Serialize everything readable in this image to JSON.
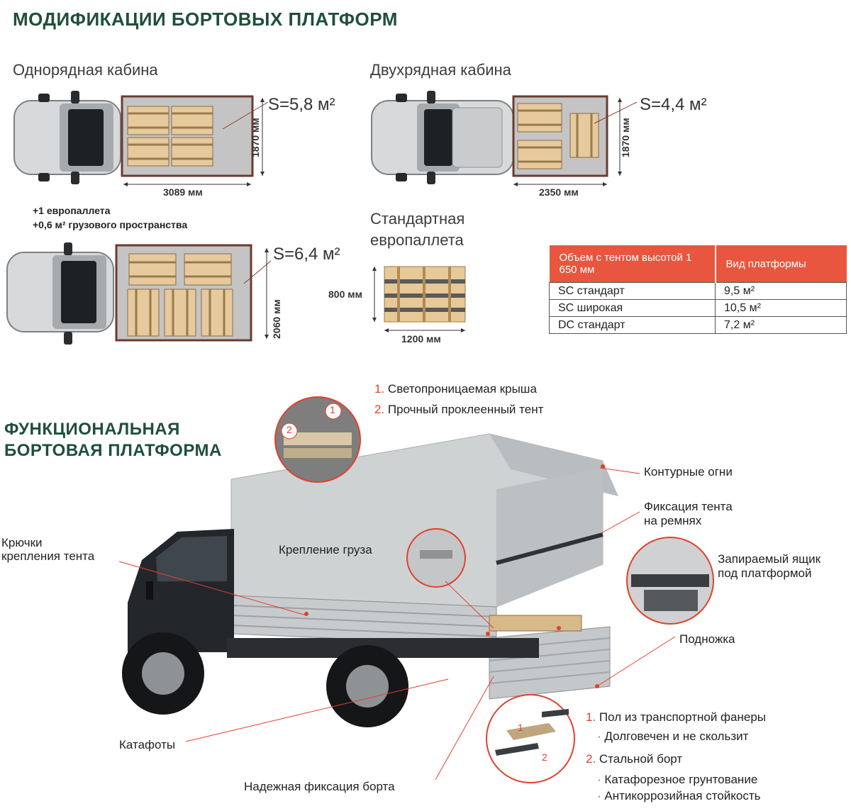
{
  "title_modifications": "МОДИФИКАЦИИ БОРТОВЫХ ПЛАТФОРМ",
  "single_cab": {
    "heading": "Однорядная кабина",
    "area": "S=5,8 м²",
    "length": "3089 мм",
    "width": "1870 мм"
  },
  "double_cab": {
    "heading": "Двухрядная кабина",
    "area": "S=4,4 м²",
    "length": "2350 мм",
    "width": "1870 мм"
  },
  "wide_note": {
    "line1": "+1 европаллета",
    "line2": "+0,6 м² грузового пространства"
  },
  "wide_platform": {
    "area": "S=6,4 м²",
    "width": "2060 мм"
  },
  "euro_pallet": {
    "heading_line1": "Стандартная",
    "heading_line2": "европаллета",
    "height": "800 мм",
    "width": "1200 мм"
  },
  "table": {
    "col1_header": "Объем с тентом высотой 1 650 мм",
    "col2_header": "Вид платформы",
    "rows": [
      {
        "name": "SC стандарт",
        "value": "9,5 м²"
      },
      {
        "name": "SC широкая",
        "value": "10,5 м²"
      },
      {
        "name": "DC стандарт",
        "value": "7,2 м²"
      }
    ]
  },
  "title_functional": {
    "line1": "ФУНКЦИОНАЛЬНАЯ",
    "line2": "БОРТОВАЯ ПЛАТФОРМА"
  },
  "roof_features": [
    {
      "num": "1.",
      "text": "Светопроницаемая крыша"
    },
    {
      "num": "2.",
      "text": "Прочный проклеенный тент"
    }
  ],
  "callouts": {
    "contour_lights": "Контурные огни",
    "tent_straps_l1": "Фиксация тента",
    "tent_straps_l2": "на ремнях",
    "hooks_l1": "Крючки",
    "hooks_l2": "крепления тента",
    "cargo_fix": "Крепление груза",
    "lock_box_l1": "Запираемый ящик",
    "lock_box_l2": "под платформой",
    "step": "Подножка",
    "reflectors": "Катафоты",
    "side_fix": "Надежная фиксация борта",
    "badge1": "1",
    "badge2": "2"
  },
  "floor_features": {
    "item1_num": "1.",
    "item1_text": "Пол из транспортной фанеры",
    "item1_sub": "Долговечен и не скользит",
    "item2_num": "2.",
    "item2_text": "Стальной борт",
    "item2_sub1": "Катафорезное грунтование",
    "item2_sub2": "Антикоррозийная стойкость"
  },
  "colors": {
    "accent_green": "#1f4f3a",
    "accent_red": "#e8563f"
  }
}
